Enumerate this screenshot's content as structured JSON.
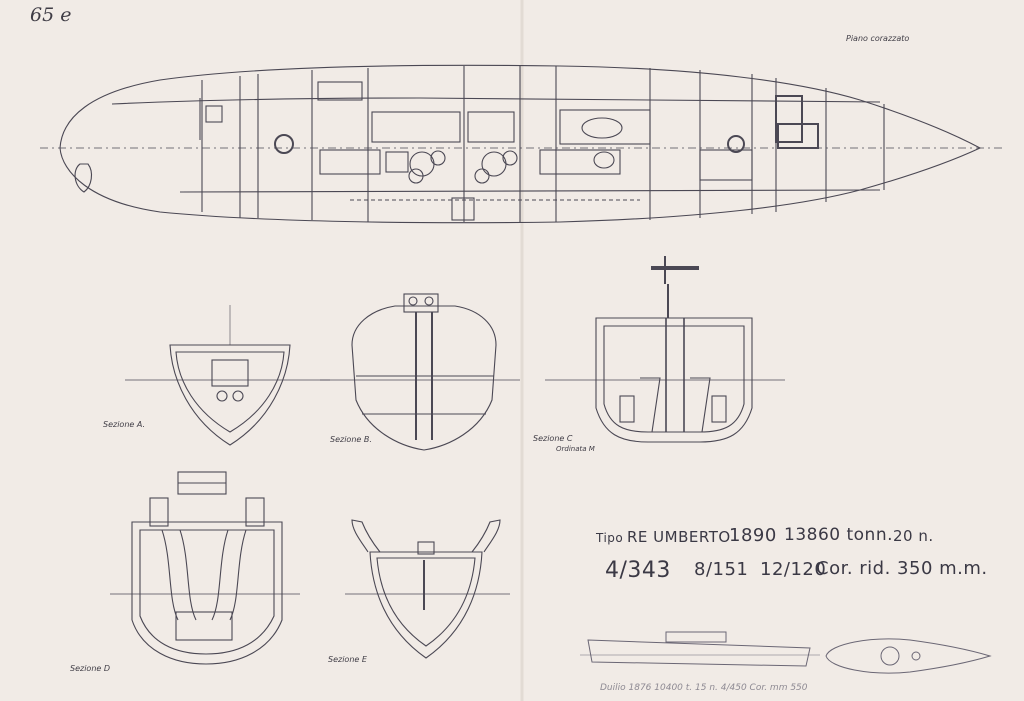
{
  "sheet": {
    "page_number": "65 e",
    "plan_title": "Piano corazzato"
  },
  "sections": {
    "a": "Sezione A.",
    "b": "Sezione B.",
    "c": "Sezione C",
    "c_sub": "Ordinata M",
    "d": "Sezione D",
    "e": "Sezione E"
  },
  "specs": {
    "line1": {
      "tipo": "Tipo",
      "name": "RE UMBERTO",
      "year": "1890",
      "displacement": "13860 tonn.",
      "speed": "20 n."
    },
    "line2": {
      "main_guns": "4/343",
      "secondary_guns": "8/151",
      "tertiary_guns": "12/120",
      "armor": "Cor. rid. 350 m.m."
    }
  },
  "footnote": "Duilio 1876   10400 t.   15 n.   4/450   Cor. mm 550"
}
